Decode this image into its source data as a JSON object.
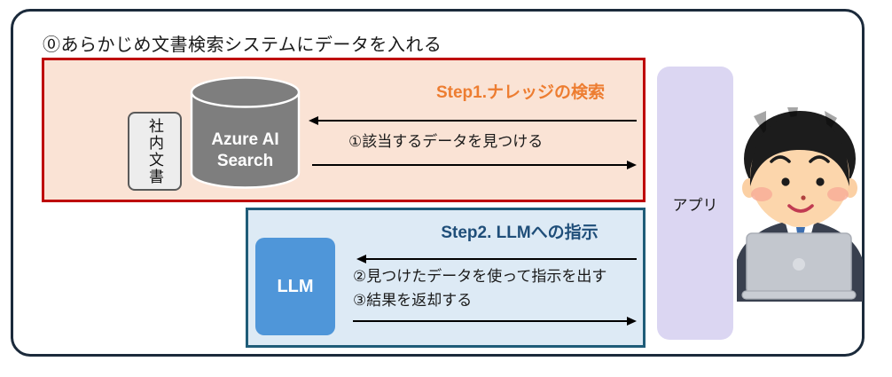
{
  "header": {
    "step0_label": "⓪あらかじめ文書検索システムにデータを入れる"
  },
  "step1": {
    "title": "Step1.ナレッジの検索",
    "arrow1_label": "①該当するデータを見つける"
  },
  "step2": {
    "title": "Step2. LLMへの指示",
    "arrow2_label": "②見つけたデータを使って指示を出す",
    "arrow3_label": "③結果を返却する"
  },
  "nodes": {
    "internal_docs_label": "社内文書",
    "search_name_line1": "Azure AI",
    "search_name_line2": "Search",
    "llm_label": "LLM",
    "app_label": "アプリ"
  },
  "icons": {
    "database_icon": "database-cylinder",
    "person_icon": "business-person-with-laptop"
  },
  "colors": {
    "outer_border": "#1B2A3B",
    "step1_border": "#BE0000",
    "step1_bg": "#FAE3D5",
    "step1_accent": "#ED7D31",
    "step2_border": "#1F5C78",
    "step2_bg": "#DDEAF5",
    "step2_accent": "#1F4E79",
    "llm_fill": "#4F96D9",
    "app_fill": "#DBD6F2",
    "cylinder_fill": "#7E7E7E",
    "doc_box_fill": "#EDEDED",
    "arrow_color": "#000000"
  }
}
